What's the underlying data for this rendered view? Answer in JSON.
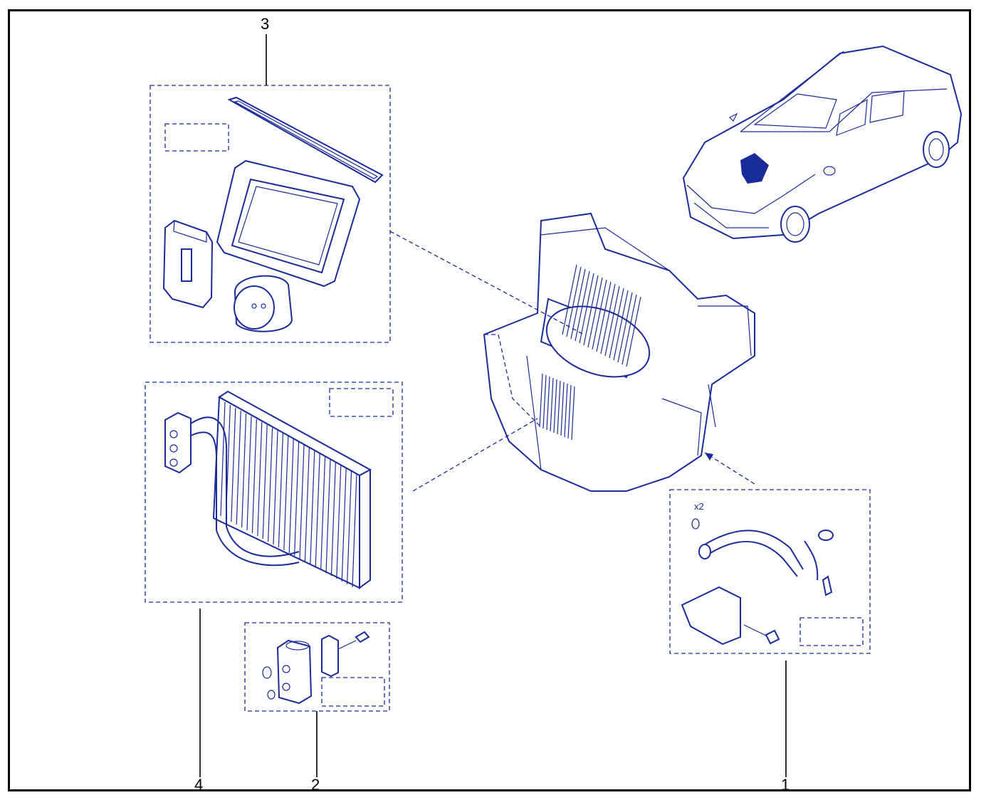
{
  "callouts": {
    "c1": "1",
    "c2": "2",
    "c3": "3",
    "c4": "4"
  },
  "kit1_quantity": "x2",
  "colors": {
    "line": "#1a2b9a",
    "frame": "#000000"
  },
  "icons": {
    "car": "car-illustration",
    "hvac": "hvac-assembly-illustration",
    "filters": "filter-foam-seals-illustration",
    "evaporator": "evaporator-core-illustration",
    "valve": "expansion-valve-illustration",
    "pipes": "heater-pipes-illustration"
  }
}
